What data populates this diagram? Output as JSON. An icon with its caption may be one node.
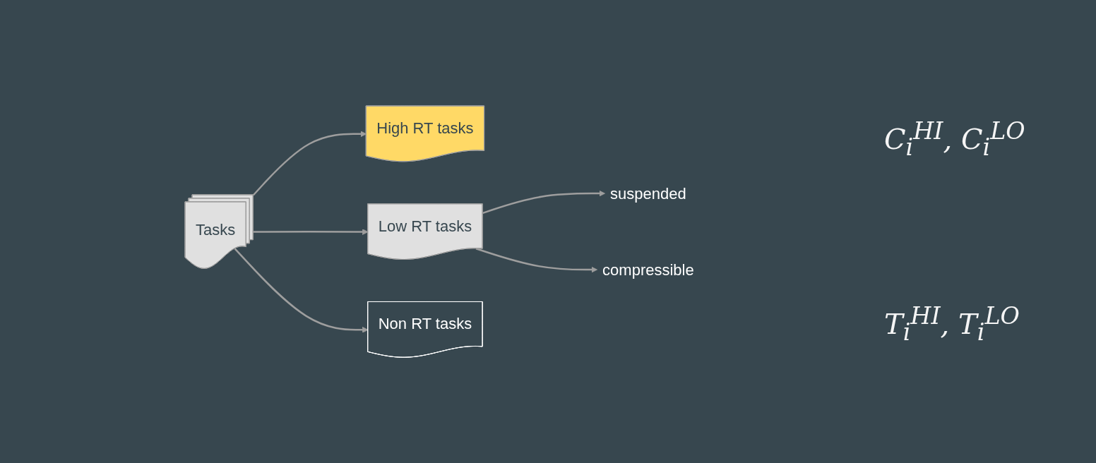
{
  "diagram": {
    "nodes": [
      {
        "text": [
          "Tasks"
        ]
      },
      {
        "text": [
          "High RT tasks"
        ]
      },
      {
        "text": [
          "Low RT tasks"
        ]
      },
      {
        "text": [
          "Non RT tasks"
        ]
      },
      {
        "text": [
          "suspended"
        ]
      },
      {
        "text": [
          "compressible"
        ]
      }
    ],
    "edges": [
      {
        "from": 0,
        "to": 1,
        "arrow": "to"
      },
      {
        "from": 0,
        "to": 2,
        "arrow": "to"
      },
      {
        "from": 0,
        "to": 3,
        "arrow": "to"
      },
      {
        "from": 2,
        "to": 4,
        "arrow": "to"
      },
      {
        "from": 2,
        "to": 5,
        "arrow": "to"
      }
    ],
    "labels": [
      "C$_{i}$$^{HI}$, C$_{i}$$^{LO}$",
      "T$_{i}$$^{HI}$, T$_{i}$$^{LO}$"
    ]
  }
}
